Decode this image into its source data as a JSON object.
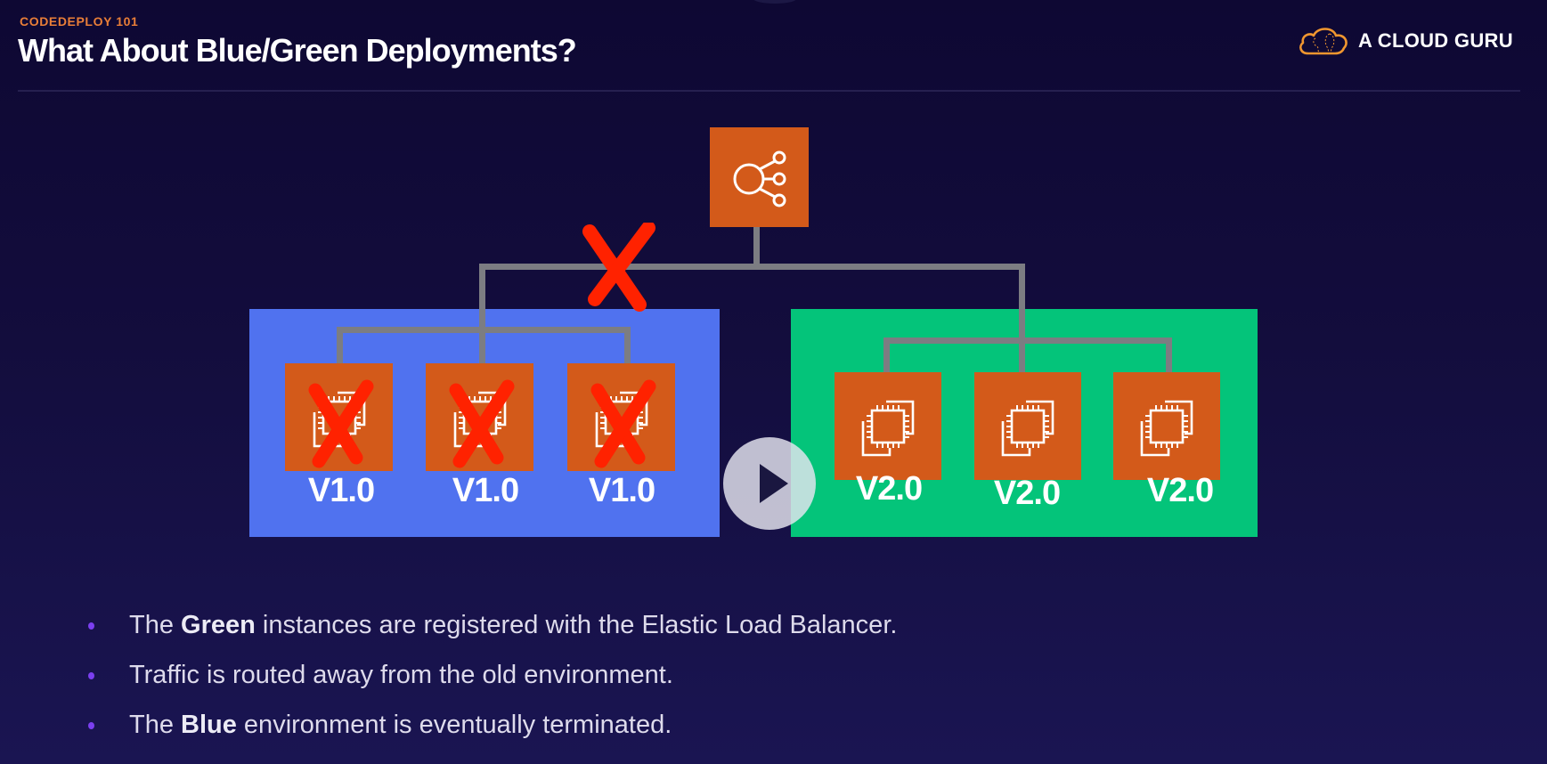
{
  "header": {
    "eyebrow": "CODEDEPLOY 101",
    "title": "What About Blue/Green Deployments?",
    "brand": {
      "name": "A CLOUD GURU",
      "icon": "cloud-logo-icon"
    }
  },
  "diagram": {
    "load_balancer": {
      "icon": "elastic-load-balancer-icon",
      "color": "#d35a1a"
    },
    "blue_environment": {
      "color": "#5072ef",
      "traffic_status": "disconnected",
      "instances": [
        {
          "label": "V1.0",
          "icon": "ec2-instances-icon",
          "terminated": true
        },
        {
          "label": "V1.0",
          "icon": "ec2-instances-icon",
          "terminated": true
        },
        {
          "label": "V1.0",
          "icon": "ec2-instances-icon",
          "terminated": true
        }
      ]
    },
    "green_environment": {
      "color": "#04c47a",
      "traffic_status": "connected",
      "instances": [
        {
          "label": "V2.0",
          "icon": "ec2-instances-icon",
          "terminated": false
        },
        {
          "label": "V2.0",
          "icon": "ec2-instances-icon",
          "terminated": false
        },
        {
          "label": "V2.0",
          "icon": "ec2-instances-icon",
          "terminated": false
        }
      ]
    },
    "cross_mark_color": "#ff2200",
    "connector_color": "#7c7d82"
  },
  "player": {
    "play_button": "play-icon"
  },
  "bullets": [
    {
      "pre": "The ",
      "bold": "Green",
      "post": " instances are registered with the Elastic Load Balancer."
    },
    {
      "pre": "Traffic is routed away from the old environment.",
      "bold": "",
      "post": ""
    },
    {
      "pre": "The ",
      "bold": "Blue",
      "post": " environment is eventually terminated."
    }
  ],
  "colors": {
    "accent_orange": "#e97e38",
    "bullet_dot": "#7b3ff0",
    "background": "#130d3d"
  }
}
